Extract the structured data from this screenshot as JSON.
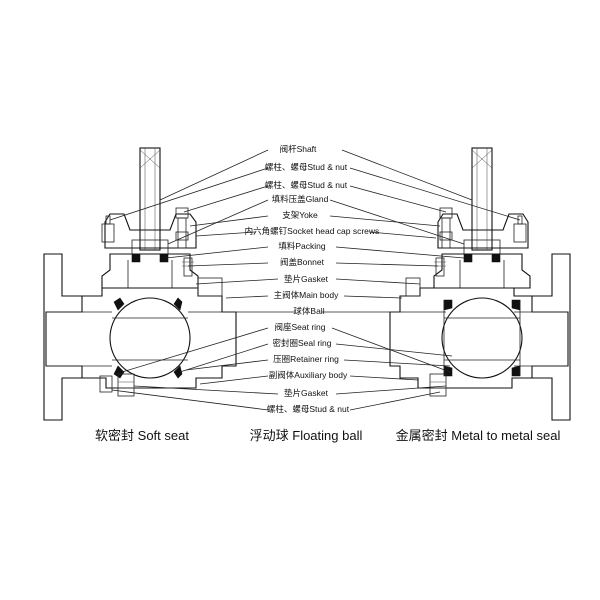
{
  "labels": [
    "阀杆Shaft",
    "螺柱、螺母Stud & nut",
    "螺柱、螺母Stud & nut",
    "填料压盖Gland",
    "支架Yoke",
    "内六角螺钉Socket head cap screws",
    "填料Packing",
    "阀盖Bonnet",
    "垫片Gasket",
    "主阀体Main body",
    "球体Ball",
    "阀座Seat ring",
    "密封圈Seal ring",
    "压圈Retainer ring",
    "副阀体Auxiliary body",
    "垫片Gasket",
    "螺柱、螺母Stud & nut"
  ],
  "captions": {
    "left": "软密封 Soft seat",
    "center": "浮动球 Floating ball",
    "right": "金属密封 Metal to metal seal"
  }
}
